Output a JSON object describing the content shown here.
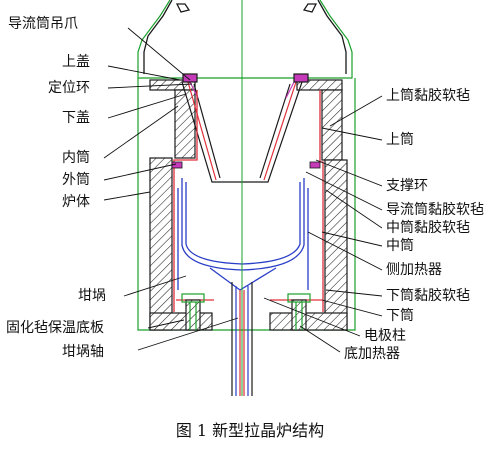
{
  "labels": {
    "guide_claw": "导流筒吊爪",
    "upper_cover": "上盖",
    "locating_ring": "定位环",
    "lower_cover": "下盖",
    "inner_tube": "内筒",
    "outer_tube": "外筒",
    "furnace_body": "炉体",
    "crucible": "坩埚",
    "base_plate": "固化毡保温底板",
    "crucible_shaft": "坩埚轴",
    "upper_tube_felt": "上筒黏胶软毡",
    "upper_tube": "上筒",
    "support_ring": "支撑环",
    "guide_tube_felt": "导流筒黏胶软毡",
    "middle_tube_felt": "中筒黏胶软毡",
    "middle_tube": "中筒",
    "side_heater": "侧加热器",
    "lower_tube_felt": "下筒黏胶软毡",
    "lower_tube": "下筒",
    "electrode": "电极柱",
    "bottom_heater": "底加热器"
  },
  "caption": "图 1  新型拉晶炉结构",
  "colors": {
    "outline": "#1a1a1a",
    "red": "#e0303a",
    "blue": "#2a3ec8",
    "green": "#1aa02a",
    "magenta": "#c43ab8"
  }
}
